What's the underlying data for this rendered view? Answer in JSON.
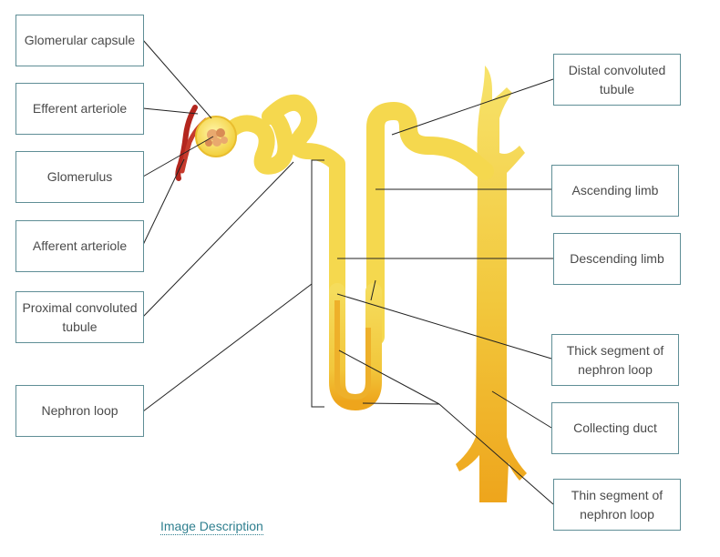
{
  "labels": {
    "glomerular_capsule": "Glomerular capsule",
    "efferent_arteriole": "Efferent arteriole",
    "glomerulus": "Glomerulus",
    "afferent_arteriole": "Afferent arteriole",
    "proximal_convoluted_tubule": "Proximal convoluted tubule",
    "nephron_loop": "Nephron loop",
    "distal_convoluted_tubule": "Distal convoluted tubule",
    "ascending_limb": "Ascending limb",
    "descending_limb": "Descending limb",
    "thick_segment": "Thick segment of nephron loop",
    "collecting_duct": "Collecting duct",
    "thin_segment": "Thin segment of nephron loop"
  },
  "link_text": "Image Description",
  "colors": {
    "tubule_light": "#f7e36a",
    "tubule_mid": "#f2c73c",
    "tubule_dark": "#eea51c",
    "blood_red": "#b3261e",
    "leader_line": "#222222",
    "box_border": "#5f8e96"
  }
}
